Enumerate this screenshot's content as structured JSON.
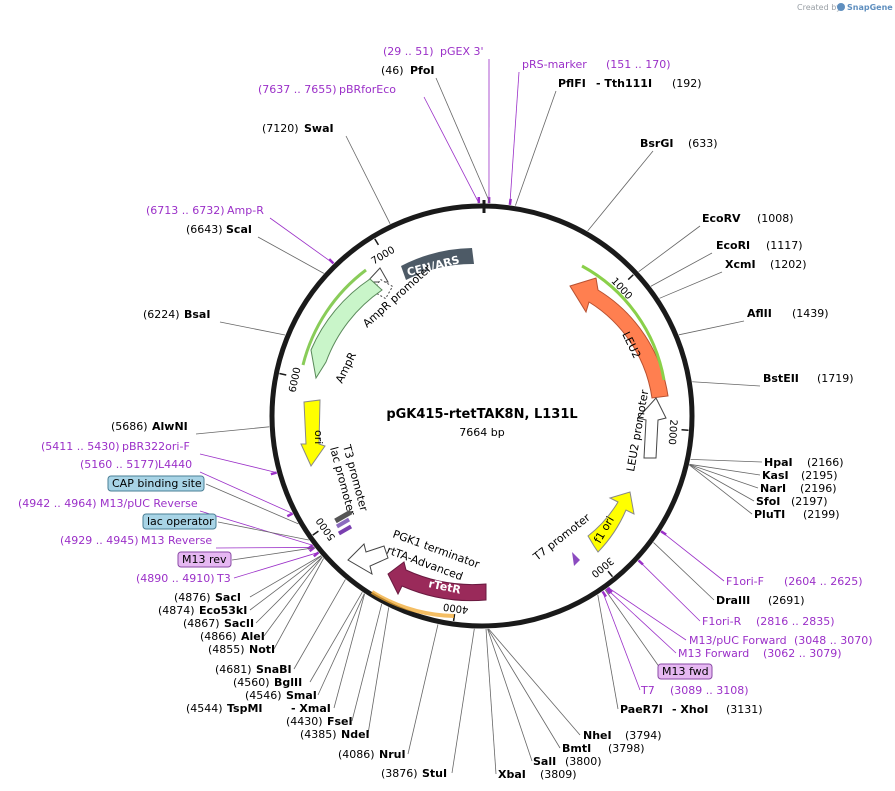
{
  "credit": {
    "prefix": "Created by",
    "brand": "SnapGene"
  },
  "plasmid": {
    "name": "pGK415-rtetTAK8N, L131L",
    "size": "7664 bp"
  },
  "ticks": [
    "1000",
    "2000",
    "3000",
    "4000",
    "5000",
    "6000",
    "7000"
  ],
  "features": {
    "cen_ars": "CEN/ARS",
    "ampr_promoter": "AmpR promoter",
    "ampr": "AmpR",
    "ori": "ori",
    "leu2": "LEU2",
    "leu2_promoter": "LEU2 promoter",
    "t3_promoter": "T3 promoter",
    "lac_promoter": "lac promoter",
    "pgk1_terminator": "PGK1 terminator",
    "rtta_advanced": "rtTA-Advanced",
    "rtetr": "rTetR",
    "t7_promoter": "T7 promoter",
    "f1_ori": "f1 ori"
  },
  "sites": {
    "pgex3": {
      "pos": "(29 .. 51)",
      "name": "pGEX 3'"
    },
    "pfoi": {
      "pos": "(46)",
      "name": "PfoI"
    },
    "pbrforeco": {
      "pos": "(7637 .. 7655)",
      "name": "pBRforEco"
    },
    "prsmarker": {
      "name": "pRS-marker",
      "pos": "(151 .. 170)"
    },
    "pflfi": {
      "name": "PflFI",
      "name2": "- Tth111I",
      "pos": "(192)"
    },
    "swai": {
      "pos": "(7120)",
      "name": "SwaI"
    },
    "bsrgi": {
      "name": "BsrGI",
      "pos": "(633)"
    },
    "ampr_primer": {
      "pos": "(6713 .. 6732)",
      "name": "Amp-R"
    },
    "scai": {
      "pos": "(6643)",
      "name": "ScaI"
    },
    "ecorv": {
      "name": "EcoRV",
      "pos": "(1008)"
    },
    "ecori": {
      "name": "EcoRI",
      "pos": "(1117)"
    },
    "xcmi": {
      "name": "XcmI",
      "pos": "(1202)"
    },
    "aflii": {
      "name": "AflII",
      "pos": "(1439)"
    },
    "bsai": {
      "pos": "(6224)",
      "name": "BsaI"
    },
    "bsteii": {
      "name": "BstEII",
      "pos": "(1719)"
    },
    "alwni": {
      "pos": "(5686)",
      "name": "AlwNI"
    },
    "pbr322ori": {
      "pos": "(5411 .. 5430)",
      "name": "pBR322ori-F"
    },
    "l4440": {
      "pos": "(5160 .. 5177)",
      "name": "L4440"
    },
    "cap": {
      "name": "CAP binding site"
    },
    "m13puc_rev": {
      "pos": "(4942 .. 4964)",
      "name": "M13/pUC Reverse"
    },
    "lac_operator": {
      "name": "lac operator"
    },
    "m13_reverse": {
      "pos": "(4929 .. 4945)",
      "name": "M13 Reverse"
    },
    "m13_rev_box": {
      "name": "M13 rev"
    },
    "t3": {
      "pos": "(4890 .. 4910)",
      "name": "T3"
    },
    "hpai": {
      "name": "HpaI",
      "pos": "(2166)"
    },
    "kasi": {
      "name": "KasI",
      "pos": "(2195)"
    },
    "nari": {
      "name": "NarI",
      "pos": "(2196)"
    },
    "sfoi": {
      "name": "SfoI",
      "pos": "(2197)"
    },
    "pluti": {
      "name": "PluTI",
      "pos": "(2199)"
    },
    "f1orif": {
      "name": "F1ori-F",
      "pos": "(2604 .. 2625)"
    },
    "draiii": {
      "name": "DraIII",
      "pos": "(2691)"
    },
    "f1orir": {
      "name": "F1ori-R",
      "pos": "(2816 .. 2835)"
    },
    "m13puc_fwd": {
      "name": "M13/pUC Forward",
      "pos": "(3048 .. 3070)"
    },
    "m13_forward": {
      "name": "M13 Forward",
      "pos": "(3062 .. 3079)"
    },
    "m13_fwd_box": {
      "name": "M13 fwd"
    },
    "t7": {
      "name": "T7",
      "pos": "(3089 .. 3108)"
    },
    "paer7i": {
      "name": "PaeR7I",
      "name2": "- XhoI",
      "pos": "(3131)"
    },
    "saci": {
      "pos": "(4876)",
      "name": "SacI"
    },
    "eco53ki": {
      "pos": "(4874)",
      "name": "Eco53kI"
    },
    "sacii": {
      "pos": "(4867)",
      "name": "SacII"
    },
    "alei": {
      "pos": "(4866)",
      "name": "AleI"
    },
    "noti": {
      "pos": "(4855)",
      "name": "NotI"
    },
    "snabi": {
      "pos": "(4681)",
      "name": "SnaBI"
    },
    "bglii": {
      "pos": "(4560)",
      "name": "BglII"
    },
    "smai": {
      "pos": "(4546)",
      "name": "SmaI"
    },
    "tspmi": {
      "pos": "(4544)",
      "name": "TspMI",
      "name2": "- XmaI"
    },
    "fsei": {
      "pos": "(4430)",
      "name": "FseI"
    },
    "ndei": {
      "pos": "(4385)",
      "name": "NdeI"
    },
    "nrui": {
      "pos": "(4086)",
      "name": "NruI"
    },
    "stui": {
      "pos": "(3876)",
      "name": "StuI"
    },
    "nhei": {
      "name": "NheI",
      "pos": "(3794)"
    },
    "bmti": {
      "name": "BmtI",
      "pos": "(3798)"
    },
    "sali": {
      "name": "SalI",
      "pos": "(3800)"
    },
    "xbai": {
      "name": "XbaI",
      "pos": "(3809)"
    }
  },
  "colors": {
    "primer": "#9b30c8",
    "backbone": "#1a1a1a",
    "cen_ars": "#4d5a66",
    "ampr": "#c9f5c9",
    "ori": "#ffff00",
    "leu2": "#ff7f50",
    "rtetr": "#9a2a5a",
    "f1_ori": "#ffff00",
    "cap_box": "#a8d4e6",
    "m13_box": "#e6b8f2"
  }
}
